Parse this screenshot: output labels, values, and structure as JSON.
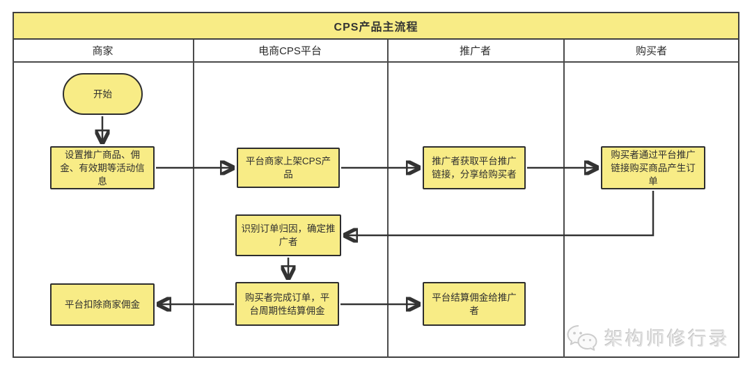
{
  "diagram": {
    "title": "CPS产品主流程",
    "lanes": [
      {
        "label": "商家"
      },
      {
        "label": "电商CPS平台"
      },
      {
        "label": "推广者"
      },
      {
        "label": "购买者"
      }
    ],
    "nodes": {
      "start": {
        "label": "开始",
        "type": "start",
        "lane": "商家"
      },
      "setup_campaign": {
        "label": "设置推广商品、佣金、有效期等活动信息",
        "type": "process",
        "lane": "商家"
      },
      "list_products": {
        "label": "平台商家上架CPS产品",
        "type": "process",
        "lane": "电商CPS平台"
      },
      "get_link": {
        "label": "推广者获取平台推广链接，分享给购买者",
        "type": "process",
        "lane": "推广者"
      },
      "buy_order": {
        "label": "购买者通过平台推广链接购买商品产生订单",
        "type": "process",
        "lane": "购买者"
      },
      "attribute_order": {
        "label": "识别订单归因，确定推广者",
        "type": "process",
        "lane": "电商CPS平台"
      },
      "deduct_commission": {
        "label": "平台扣除商家佣金",
        "type": "process",
        "lane": "商家"
      },
      "settle_commission": {
        "label": "购买者完成订单，平台周期性结算佣金",
        "type": "process",
        "lane": "电商CPS平台"
      },
      "pay_promoter": {
        "label": "平台结算佣金给推广者",
        "type": "process",
        "lane": "推广者"
      }
    },
    "edges": [
      {
        "from": "start",
        "to": "setup_campaign"
      },
      {
        "from": "setup_campaign",
        "to": "list_products"
      },
      {
        "from": "list_products",
        "to": "get_link"
      },
      {
        "from": "get_link",
        "to": "buy_order"
      },
      {
        "from": "buy_order",
        "to": "attribute_order"
      },
      {
        "from": "attribute_order",
        "to": "settle_commission"
      },
      {
        "from": "settle_commission",
        "to": "deduct_commission"
      },
      {
        "from": "settle_commission",
        "to": "pay_promoter"
      }
    ],
    "colors": {
      "node_fill": "#F8EC86",
      "node_border": "#2D2D2D",
      "title_fill": "#F8EC86",
      "table_line": "#4A4A4A",
      "arrow": "#333333",
      "watermark": "#E3E3E3"
    },
    "watermark": {
      "label": "架构师修行录",
      "icon": "wechat-icon"
    }
  }
}
